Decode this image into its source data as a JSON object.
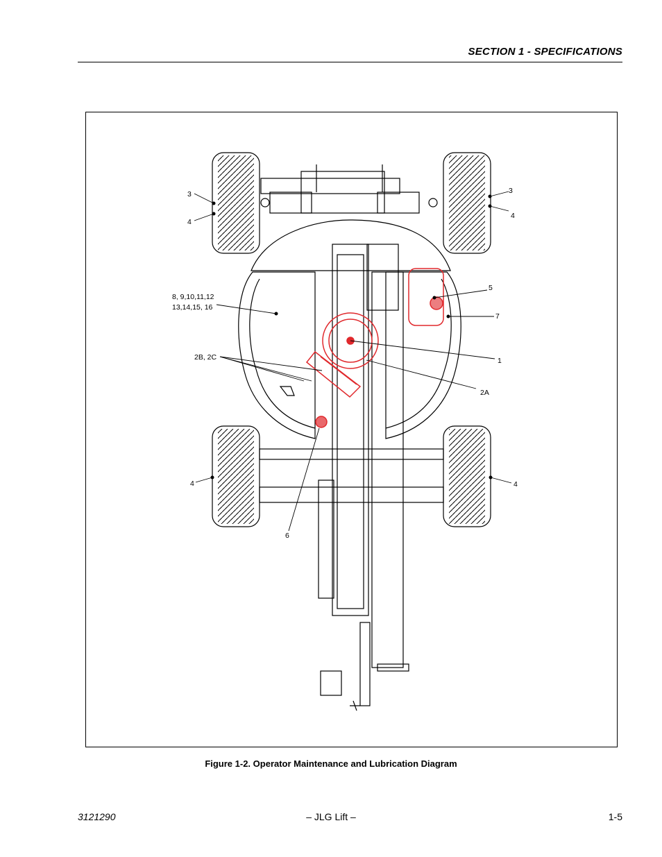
{
  "header": {
    "section_title": "SECTION 1 - SPECIFICATIONS"
  },
  "figure": {
    "callouts": {
      "tl_3": "3",
      "tl_4": "4",
      "tr_3": "3",
      "tr_4": "4",
      "items_8_line1": "8, 9,10,11,12",
      "items_8_line2": "13,14,15, 16",
      "items_2b": "2B, 2C",
      "item_5": "5",
      "item_7": "7",
      "item_1": "1",
      "item_2a": "2A",
      "bl_4": "4",
      "br_4": "4",
      "item_6": "6"
    },
    "caption": "Figure 1-2. Operator Maintenance and Lubrication Diagram"
  },
  "footer": {
    "doc_number": "3121290",
    "center": "– JLG Lift –",
    "page": "1-5"
  },
  "colors": {
    "highlight": "#e0282c",
    "line": "#000000"
  }
}
